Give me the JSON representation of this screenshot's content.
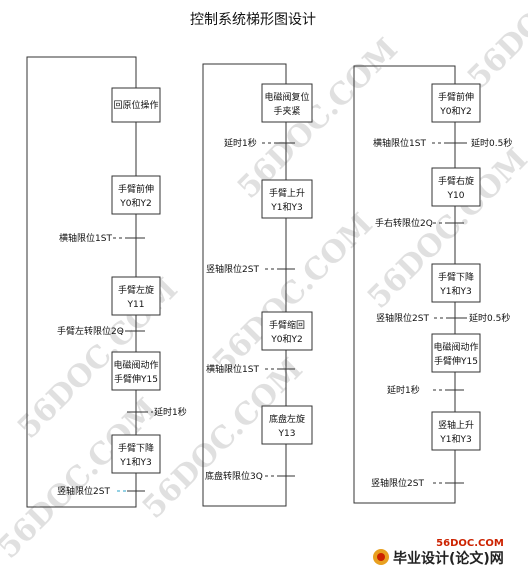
{
  "title": "控制系统梯形图设计",
  "steps": {
    "s1": {
      "line1": "回原位操作",
      "line2": ""
    },
    "s2": {
      "line1": "手臂前伸",
      "line2": "Y0和Y2"
    },
    "s3": {
      "line1": "手臂左旋",
      "line2": "Y11"
    },
    "s4": {
      "line1": "电磁阀动作",
      "line2": "手臂伸Y15"
    },
    "s5": {
      "line1": "手臂下降",
      "line2": "Y1和Y3"
    },
    "s6": {
      "line1": "电磁阀复位",
      "line2": "手夹紧"
    },
    "s7": {
      "line1": "手臂上升",
      "line2": "Y1和Y3"
    },
    "s8": {
      "line1": "手臂缩回",
      "line2": "Y0和Y2"
    },
    "s9": {
      "line1": "底盘左旋",
      "line2": "Y13"
    },
    "s10": {
      "line1": "手臂前伸",
      "line2": "Y0和Y2"
    },
    "s11": {
      "line1": "手臂右旋",
      "line2": "Y10"
    },
    "s12": {
      "line1": "手臂下降",
      "line2": "Y1和Y3"
    },
    "s13": {
      "line1": "电磁阀动作",
      "line2": "手臂伸Y15"
    },
    "s14": {
      "line1": "竖轴上升",
      "line2": "Y1和Y3"
    }
  },
  "transitions": {
    "t1": "横轴限位1ST",
    "t2": "手臂左转限位2Q",
    "t3": "延时1秒",
    "t4": "竖轴限位2ST",
    "t5": "延时1秒",
    "t6": "竖轴限位2ST",
    "t7": "横轴限位1ST",
    "t8": "底盘转限位3Q",
    "t9": "横轴限位1ST",
    "t10": "延时0.5秒",
    "t11": "手右转限位2Q",
    "t12": "竖轴限位2ST",
    "t13": "延时0.5秒",
    "t14": "延时1秒",
    "t15": "竖轴限位2ST"
  },
  "watermark": {
    "text": "56DOC.COM",
    "color": "#c8c8c8"
  },
  "logo": {
    "small": "56DOC.COM",
    "main": "毕业设计(论文)网",
    "accent_color": "#cc2200"
  }
}
